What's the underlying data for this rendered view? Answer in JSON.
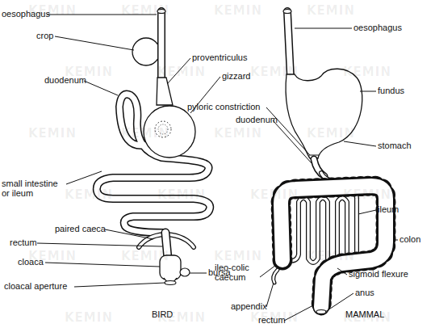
{
  "diagram": {
    "labels": [
      "oesophagus",
      "crop",
      "proventriculus",
      "gizzard",
      "duodenum",
      "small intestine or ileum",
      "paired caeca",
      "rectum",
      "cloaca",
      "cloacal aperture",
      "bursa",
      "BIRD",
      "oesophagus",
      "fundus",
      "pyloric constriction",
      "duodenum",
      "stomach",
      "ileum",
      "colon",
      "ileo-colic caecum",
      "appendix",
      "sigmoid flexure",
      "anus",
      "rectum",
      "MAMMAL",
      "KEMIN",
      "KEMIN",
      "KEMIN",
      "KEMIN",
      "KEMIN",
      "KEMIN",
      "KEMIN",
      "KEMIN",
      "KEMIN",
      "KEMIN",
      "KEMIN",
      "KEMIN",
      "KEMIN",
      "KEMIN",
      "KEMIN",
      "KEMIN",
      "KEMIN",
      "KEMIN",
      "KEMIN",
      "KEMIN",
      "KEMIN",
      "KEMIN",
      "KEMIN",
      "KEMIN"
    ]
  }
}
